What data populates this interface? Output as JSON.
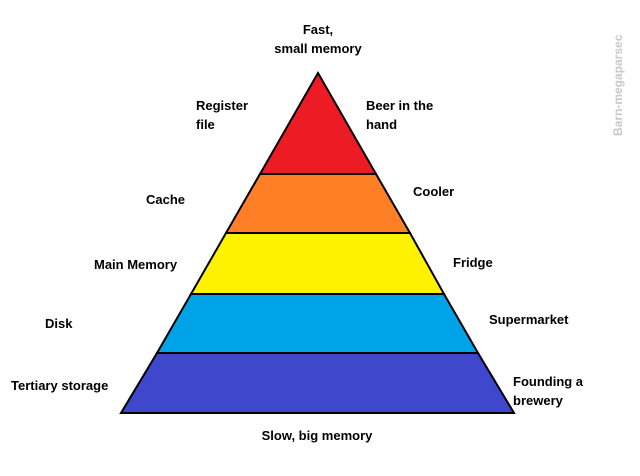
{
  "title": {
    "line1": "Fast,",
    "line2": "small memory"
  },
  "bottom_caption": "Slow, big memory",
  "watermark": "Barn-megaparsec",
  "layers": [
    {
      "left": [
        "Register",
        "file"
      ],
      "right": [
        "Beer in the",
        "hand"
      ],
      "color": "#ed1c24"
    },
    {
      "left": [
        "Cache"
      ],
      "right": [
        "Cooler"
      ],
      "color": "#ff7f27"
    },
    {
      "left": [
        "Main Memory"
      ],
      "right": [
        "Fridge"
      ],
      "color": "#fff200"
    },
    {
      "left": [
        "Disk"
      ],
      "right": [
        "Supermarket"
      ],
      "color": "#00a2e8"
    },
    {
      "left": [
        "Tertiary storage"
      ],
      "right": [
        "Founding a",
        "brewery"
      ],
      "color": "#3f48cc"
    }
  ]
}
